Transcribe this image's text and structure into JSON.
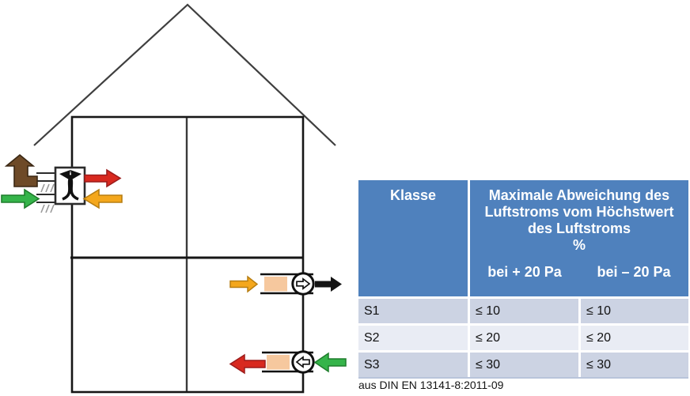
{
  "diagram": {
    "colors": {
      "brown_exhaust": "#6e4a28",
      "red_supply": "#d8291f",
      "green_outdoor": "#35b44a",
      "yellow_extract": "#f4a71c",
      "black_flow": "#141414",
      "filter": "#f6c89e",
      "wall": "#161616",
      "roof": "#3f3f3f"
    },
    "icons": {
      "heat_exchanger": "crossed-curved-arrows-in-box",
      "fan": "circle-with-flow-arrow"
    }
  },
  "table": {
    "header": {
      "klasse": "Klasse",
      "merged_lines": [
        "Maximale Abweichung des",
        "Luftstroms vom Höchstwert",
        "des Luftstroms",
        "%"
      ],
      "sub_plus": "bei + 20 Pa",
      "sub_minus": "bei – 20 Pa"
    },
    "rows": [
      {
        "klasse": "S1",
        "plus20": "≤ 10",
        "minus20": "≤ 10"
      },
      {
        "klasse": "S2",
        "plus20": "≤ 20",
        "minus20": "≤ 20"
      },
      {
        "klasse": "S3",
        "plus20": "≤ 30",
        "minus20": "≤ 30"
      }
    ],
    "colors": {
      "header_bg": "#4f81bd",
      "header_text": "#ffffff",
      "row_odd_bg": "#ccd3e3",
      "row_even_bg": "#e9ecf4",
      "bottom_border": "#b9c4da"
    }
  },
  "caption": "aus DIN EN 13141-8:2011-09"
}
